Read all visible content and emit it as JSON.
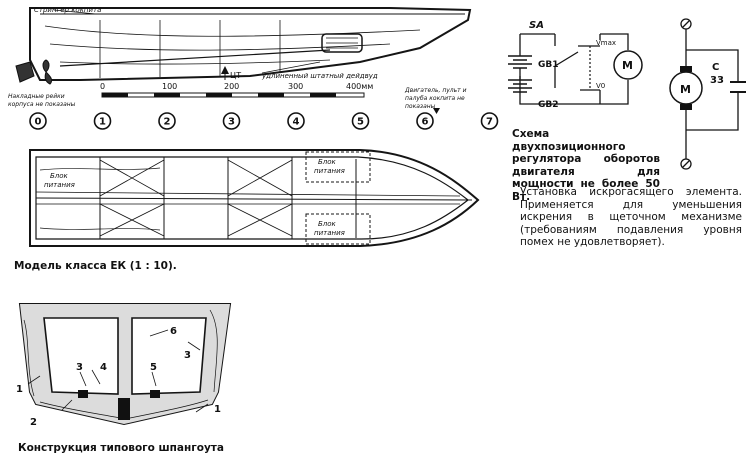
{
  "side_view": {
    "label_canopy_line": "Стрингер кокпита",
    "label_driveshaft": "удлиненный штатный дейдвуд",
    "label_rails": "Накладные рейки корпуса не показаны",
    "label_cg": "ЦТ",
    "label_deck": "Двигатель, пульт и палуба кокпита не показаны"
  },
  "scale": {
    "ticks": [
      "0",
      "100",
      "200",
      "300",
      "400мм"
    ]
  },
  "stations": [
    "0",
    "1",
    "2",
    "3",
    "4",
    "5",
    "6",
    "7"
  ],
  "plan_view": {
    "battery_label": "Блок питания"
  },
  "model_caption": "Модель класса ЕК (1 : 10).",
  "regulator": {
    "sa": "SA",
    "gb1": "GB1",
    "gb2": "GB2",
    "vmax": "Vmax",
    "v0": "V0",
    "motor": "M",
    "caption": "Схема двухпозиционного регулятора оборотов двигателя для мощности не более 50 Вт."
  },
  "suppressor": {
    "motor": "M",
    "cap_name": "C",
    "cap_value": "33",
    "caption": "Установка искрогасящего элемента. Применяется для уменьшения искрения в щеточном механизме (требованиям подавления уровня помех не удовлетворяет)."
  },
  "frame": {
    "callouts": [
      "1",
      "2",
      "3",
      "4",
      "5",
      "6",
      "3",
      "1"
    ],
    "caption": "Конструкция типового шпангоута"
  }
}
